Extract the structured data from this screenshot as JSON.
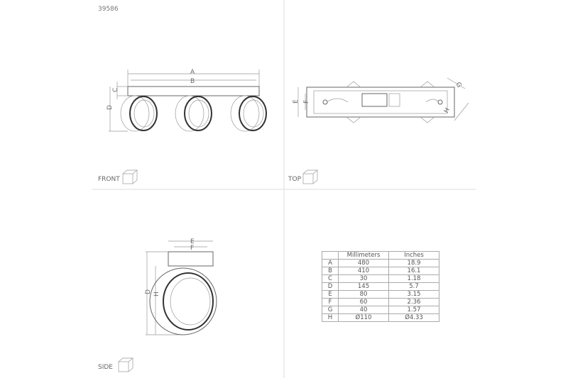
{
  "product_code": "39586",
  "views": {
    "front": "FRONT",
    "top": "TOP",
    "side": "SIDE"
  },
  "dimension_letters": [
    "A",
    "B",
    "C",
    "D",
    "E",
    "F",
    "G",
    "H"
  ],
  "table": {
    "headers": [
      "",
      "Millimeters",
      "Inches"
    ],
    "rows": [
      [
        "A",
        "480",
        "18.9"
      ],
      [
        "B",
        "410",
        "16.1"
      ],
      [
        "C",
        "30",
        "1.18"
      ],
      [
        "D",
        "145",
        "5.7"
      ],
      [
        "E",
        "80",
        "3.15"
      ],
      [
        "F",
        "60",
        "2.36"
      ],
      [
        "G",
        "40",
        "1.57"
      ],
      [
        "H",
        "Ø110",
        "Ø4.33"
      ]
    ]
  }
}
